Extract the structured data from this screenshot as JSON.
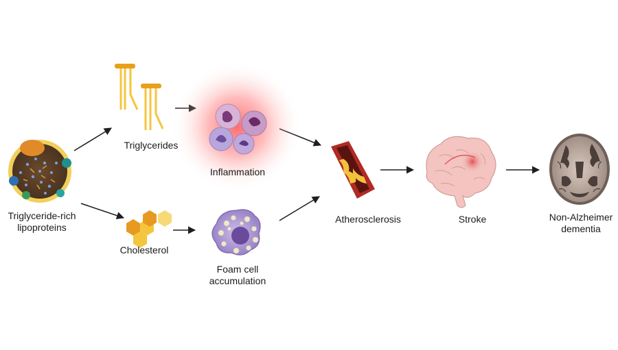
{
  "nodes": {
    "lipoproteins": {
      "line1": "Triglyceride-rich",
      "line2": "lipoproteins"
    },
    "triglycerides": {
      "label": "Triglycerides"
    },
    "cholesterol": {
      "label": "Cholesterol"
    },
    "inflammation": {
      "label": "Inflammation"
    },
    "foam_cell": {
      "line1": "Foam cell",
      "line2": "accumulation"
    },
    "atherosclerosis": {
      "label": "Atherosclerosis"
    },
    "stroke": {
      "label": "Stroke"
    },
    "dementia": {
      "line1": "Non-Alzheimer",
      "line2": "dementia"
    }
  },
  "colors": {
    "triglyceride_yellow": "#f4c63d",
    "triglyceride_head": "#e8a01c",
    "cholesterol_orange": "#f0a92c",
    "inflammation_glow": "#ff4f4f",
    "foam_cell_purple": "#8a72b8",
    "artery_red": "#c0392b",
    "brain_pink": "#f2b9b6",
    "arrow": "#1f1f1f"
  }
}
